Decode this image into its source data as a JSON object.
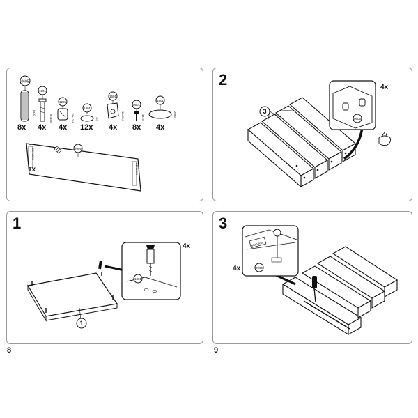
{
  "pages": {
    "left": "8",
    "right": "9"
  },
  "parts": [
    {
      "code": "0605",
      "qty": "8x",
      "size": "8x30"
    },
    {
      "code": "1301",
      "qty": "4x",
      "size": "6,3x40"
    },
    {
      "code": "1205",
      "qty": "4x",
      "size": "15x12,4"
    },
    {
      "code": "1401",
      "qty": "12x",
      "size": "30"
    },
    {
      "code": "1601",
      "qty": "4x",
      "size": "18x56,6"
    },
    {
      "code": "0501",
      "qty": "8x",
      "size": "4x15"
    },
    {
      "code": "1501",
      "qty": "4x",
      "size": "20x3"
    }
  ],
  "panel_parts": {
    "board_code": "9999",
    "board_qty": "1x",
    "board_left_label": "BEKVÄM",
    "board_right_label": "BEKVÄM"
  },
  "step2": {
    "number": "2",
    "callout_label": "3",
    "inset_qty": "4x",
    "inset_part_code": "0605"
  },
  "step1": {
    "number": "1",
    "callout_label": "1",
    "inset_qty": "4x",
    "inset_part_code": "1301"
  },
  "step3": {
    "number": "3",
    "inset_qty": "4x",
    "inset_part_code": "9999",
    "inset_label": "BEKVÄM"
  }
}
